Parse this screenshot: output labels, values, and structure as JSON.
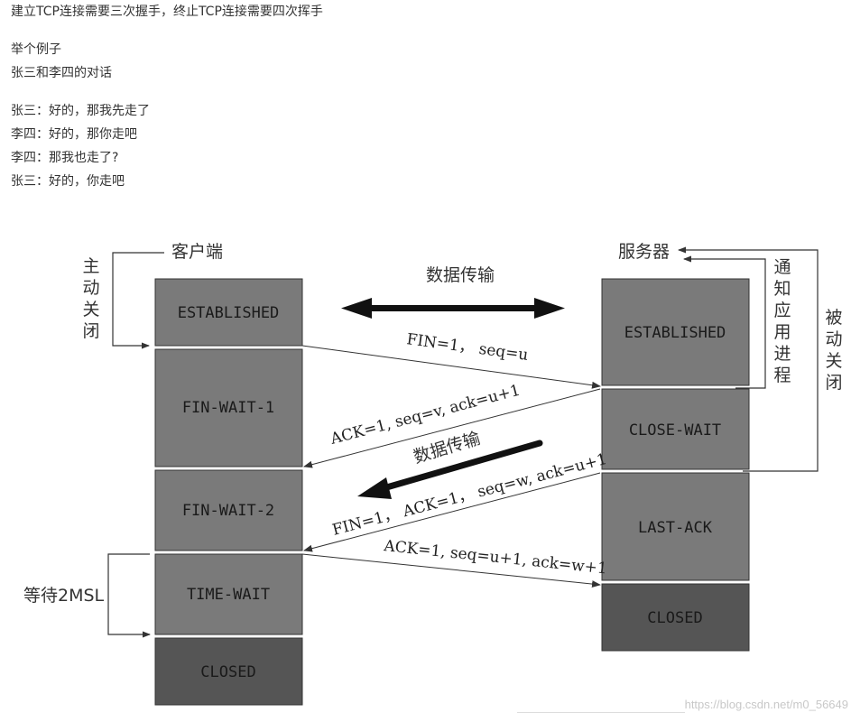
{
  "text": {
    "title": "建立TCP连接需要三次握手，终止TCP连接需要四次挥手",
    "example_heading": "举个例子",
    "example_subheading": "张三和李四的对话",
    "dialog": [
      "张三：好的，那我先走了",
      "李四：好的，那你走吧",
      "李四：那我也走了?",
      "张三：好的，你走吧"
    ]
  },
  "diagram": {
    "client_label": "客户端",
    "server_label": "服务器",
    "active_close": [
      "主",
      "动",
      "关",
      "闭"
    ],
    "passive_close": [
      "被",
      "动",
      "关",
      "闭"
    ],
    "notify_app": [
      "通",
      "知",
      "应",
      "用",
      "进",
      "程"
    ],
    "data_transfer_top": "数据传输",
    "data_transfer_mid": "数据传输",
    "wait_2msl": "等待2MSL",
    "client_states": [
      "ESTABLISHED",
      "FIN-WAIT-1",
      "FIN-WAIT-2",
      "TIME-WAIT",
      "CLOSED"
    ],
    "server_states": [
      "ESTABLISHED",
      "CLOSE-WAIT",
      "LAST-ACK",
      "CLOSED"
    ],
    "messages": [
      "FIN=1， seq=u",
      "ACK=1, seq=v, ack=u+1",
      "FIN=1， ACK=1， seq=w, ack=u+1",
      "ACK=1, seq=u+1, ack=w+1"
    ],
    "colors": {
      "box": "#7a7a7a",
      "box_closed": "#555555",
      "arrow": "#333333"
    }
  },
  "watermark": "https://blog.csdn.net/m0_56649"
}
